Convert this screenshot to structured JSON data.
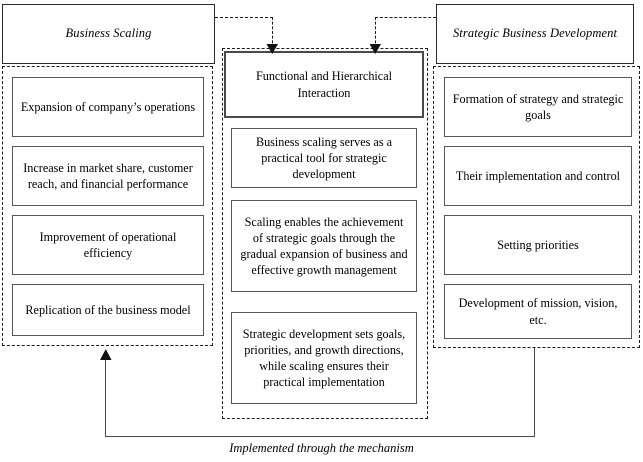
{
  "diagram": {
    "title_left": "Business Scaling",
    "title_right": "Strategic Business Development",
    "caption": "Implemented through the mechanism"
  },
  "left_column": {
    "header": "Business Scaling",
    "items": [
      {
        "text": "Expansion of company’s operations"
      },
      {
        "text": "Increase in market share, customer reach, and financial performance"
      },
      {
        "text": "Improvement of operational efficiency"
      },
      {
        "text": "Replication of the business model"
      }
    ]
  },
  "center_column": {
    "header": "Functional and Hierarchical Interaction",
    "items": [
      {
        "text": "Business scaling serves as a practical tool for strategic development"
      },
      {
        "text": "Scaling enables the achievement of strategic goals through the gradual expansion of business and effective growth management"
      },
      {
        "text": "Strategic development sets goals, priorities, and growth directions, while scaling ensures their practical implementation"
      }
    ]
  },
  "right_column": {
    "header": "Strategic Business Development",
    "items": [
      {
        "text": "Formation of strategy and strategic goals"
      },
      {
        "text": "Their implementation and control"
      },
      {
        "text": "Setting priorities"
      },
      {
        "text": "Development of mission, vision, etc."
      }
    ]
  },
  "connectors": {
    "left_to_center": "dashed-arrow-down",
    "right_to_center": "dashed-arrow-down",
    "feedback_loop": "solid-arrow-up-left",
    "feedback_label": "Implemented through the mechanism"
  },
  "colors": {
    "stroke": "#2b2b2b",
    "item_border": "#565656",
    "dashed": "#1a1a1a",
    "background": "#ffffff"
  }
}
